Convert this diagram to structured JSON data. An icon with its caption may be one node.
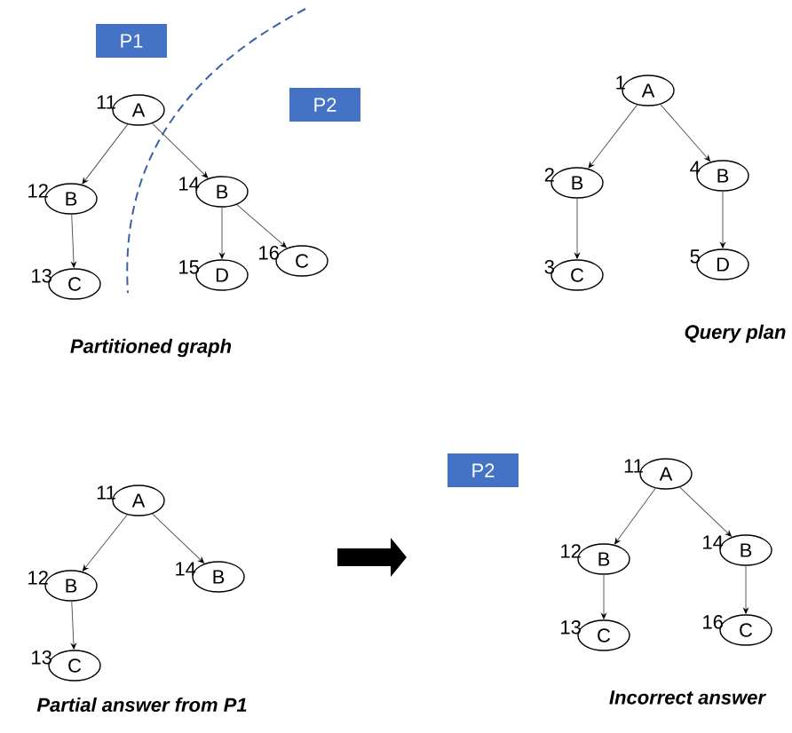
{
  "diagram": {
    "nodes": [
      {
        "text": [
          "P1"
        ]
      },
      {
        "text": [
          "P2"
        ]
      },
      {
        "text": [
          "A"
        ],
        "beside": [
          "11"
        ]
      },
      {
        "text": [
          "B"
        ],
        "beside": [
          "12"
        ]
      },
      {
        "text": [
          "C"
        ],
        "beside": [
          "13"
        ]
      },
      {
        "text": [
          "B"
        ],
        "beside": [
          "14"
        ]
      },
      {
        "text": [
          "D"
        ],
        "beside": [
          "15"
        ]
      },
      {
        "text": [
          "C"
        ],
        "beside": [
          "16"
        ]
      },
      {
        "text": [
          "A"
        ],
        "beside": [
          "1"
        ]
      },
      {
        "text": [
          "B"
        ],
        "beside": [
          "2"
        ]
      },
      {
        "text": [
          "C"
        ],
        "beside": [
          "3"
        ]
      },
      {
        "text": [
          "B"
        ],
        "beside": [
          "4"
        ]
      },
      {
        "text": [
          "D"
        ],
        "beside": [
          "5"
        ]
      },
      {
        "text": [
          "A"
        ],
        "beside": [
          "11"
        ]
      },
      {
        "text": [
          "B"
        ],
        "beside": [
          "12"
        ]
      },
      {
        "text": [
          "C"
        ],
        "beside": [
          "13"
        ]
      },
      {
        "text": [
          "B"
        ],
        "beside": [
          "14"
        ]
      },
      {
        "text": [
          "P2"
        ]
      },
      {
        "text": [
          "A"
        ],
        "beside": [
          "11"
        ]
      },
      {
        "text": [
          "B"
        ],
        "beside": [
          "12"
        ]
      },
      {
        "text": [
          "C"
        ],
        "beside": [
          "13"
        ]
      },
      {
        "text": [
          "B"
        ],
        "beside": [
          "14"
        ]
      },
      {
        "text": [
          "C"
        ],
        "beside": [
          "16"
        ]
      }
    ],
    "edges": [
      {
        "from": 2,
        "to": 3,
        "arrow": "to"
      },
      {
        "from": 3,
        "to": 4,
        "arrow": "to"
      },
      {
        "from": 2,
        "to": 5,
        "arrow": "to"
      },
      {
        "from": 5,
        "to": 6,
        "arrow": "to"
      },
      {
        "from": 5,
        "to": 7,
        "arrow": "to"
      },
      {
        "from": 8,
        "to": 9,
        "arrow": "to"
      },
      {
        "from": 9,
        "to": 10,
        "arrow": "to"
      },
      {
        "from": 8,
        "to": 11,
        "arrow": "to"
      },
      {
        "from": 11,
        "to": 12,
        "arrow": "to"
      },
      {
        "from": 13,
        "to": 14,
        "arrow": "to"
      },
      {
        "from": 14,
        "to": 15,
        "arrow": "to"
      },
      {
        "from": 13,
        "to": 16,
        "arrow": "to"
      },
      {
        "from": 18,
        "to": 19,
        "arrow": "to"
      },
      {
        "from": 19,
        "to": 20,
        "arrow": "to"
      },
      {
        "from": 18,
        "to": 21,
        "arrow": "to"
      },
      {
        "from": 21,
        "to": 22,
        "arrow": "to"
      }
    ],
    "labels": [
      "Partitioned graph",
      "Query plan",
      "Partial answer from P1",
      "Incorrect answer"
    ]
  }
}
